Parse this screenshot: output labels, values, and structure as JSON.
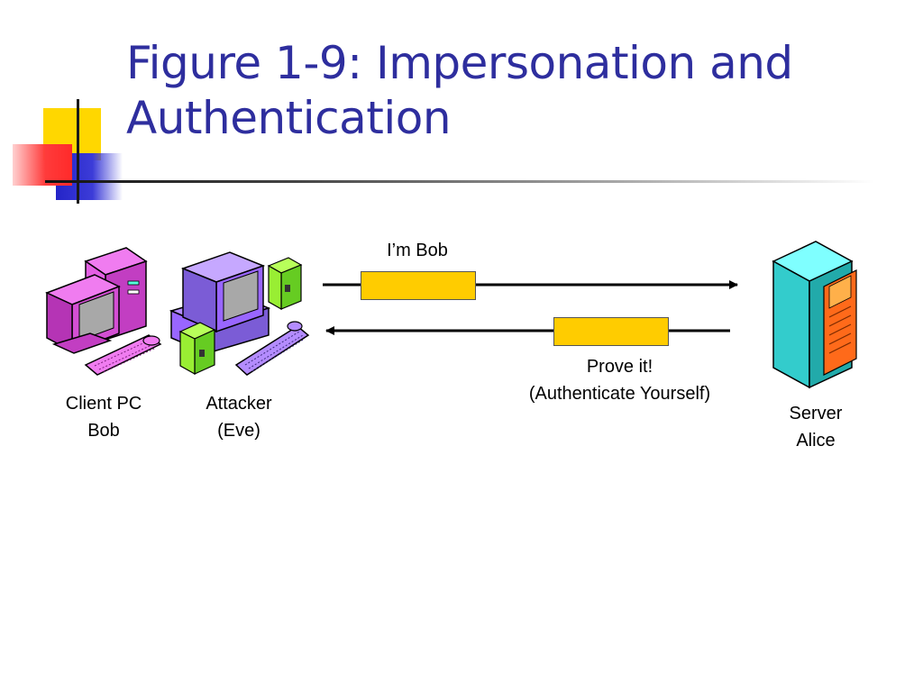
{
  "slide": {
    "title_line1": "Figure 1-9: Impersonation and",
    "title_line2": "Authentication"
  },
  "nodes": {
    "client": {
      "line1": "Client PC",
      "line2": "Bob",
      "icon": "desktop-computer-icon",
      "color": "#d44fd4"
    },
    "attacker": {
      "line1": "Attacker",
      "line2": "(Eve)",
      "icon": "desktop-computer-icon",
      "color": "#9966ff"
    },
    "server": {
      "line1": "Server",
      "line2": "Alice",
      "icon": "server-icon",
      "color": "#33cccc"
    }
  },
  "messages": {
    "request": {
      "label": "I’m Bob",
      "direction": "to-server",
      "color": "#ffcc00"
    },
    "challenge": {
      "line1": "Prove it!",
      "line2": "(Authenticate Yourself)",
      "direction": "to-client",
      "color": "#ffcc00"
    }
  }
}
